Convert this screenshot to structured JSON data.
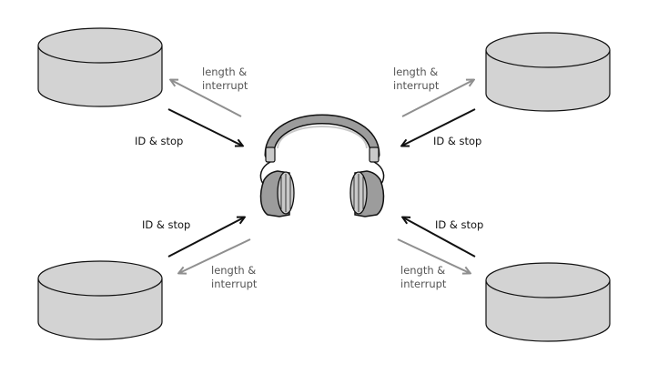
{
  "colors": {
    "cylinder_fill": "#d3d3d3",
    "outline": "#111111",
    "dark_arrow": "#111111",
    "gray_arrow": "#8f8f8f",
    "headphone_gray": "#9c9c9c",
    "headphone_light": "#c9c9c9"
  },
  "icons": {
    "center": "headphones-icon",
    "nodes": "database-cylinder-icon"
  },
  "labels": {
    "top_left_gray": [
      "length &",
      "interrupt"
    ],
    "top_left_dark": "ID & stop",
    "top_right_gray": [
      "length &",
      "interrupt"
    ],
    "top_right_dark": "ID & stop",
    "bottom_left_dark": "ID & stop",
    "bottom_left_gray": [
      "length &",
      "interrupt"
    ],
    "bottom_right_dark": "ID & stop",
    "bottom_right_gray": [
      "length &",
      "interrupt"
    ]
  }
}
